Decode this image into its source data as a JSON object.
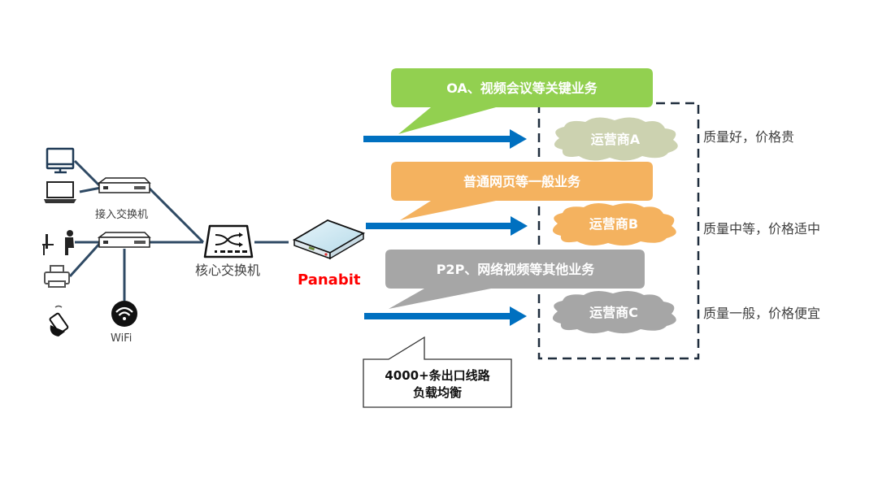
{
  "diagram": {
    "access_switch_label": "接入交换机",
    "core_switch_label": "核心交换机",
    "device_label": "Panabit",
    "wifi_label": "WiFi",
    "end_devices": [
      {
        "icon": "desktop-monitor-icon"
      },
      {
        "icon": "laptop-icon"
      },
      {
        "icon": "office-worker-icon"
      },
      {
        "icon": "printer-icon"
      },
      {
        "icon": "mobile-phone-icon"
      },
      {
        "icon": "wifi-icon"
      }
    ],
    "services": [
      {
        "label": "OA、视频会议等关键业务",
        "color": "#92d050"
      },
      {
        "label": "普通网页等一般业务",
        "color": "#f4b25f"
      },
      {
        "label": "P2P、网络视频等其他业务",
        "color": "#a6a6a6"
      }
    ],
    "carriers": [
      {
        "label": "运营商A",
        "color": "#ccd2b0",
        "note": "质量好，价格贵"
      },
      {
        "label": "运营商B",
        "color": "#f4b25f",
        "note": "质量中等，价格适中"
      },
      {
        "label": "运营商C",
        "color": "#a6a6a6",
        "note": "质量一般，价格便宜"
      }
    ],
    "callout_lines": [
      "4000+条出口线路",
      "负载均衡"
    ],
    "colors": {
      "arrow": "#0070c0",
      "link": "#2f4a64",
      "dashed_box": "#1f2d3d",
      "brand_red": "#ff0000"
    }
  }
}
